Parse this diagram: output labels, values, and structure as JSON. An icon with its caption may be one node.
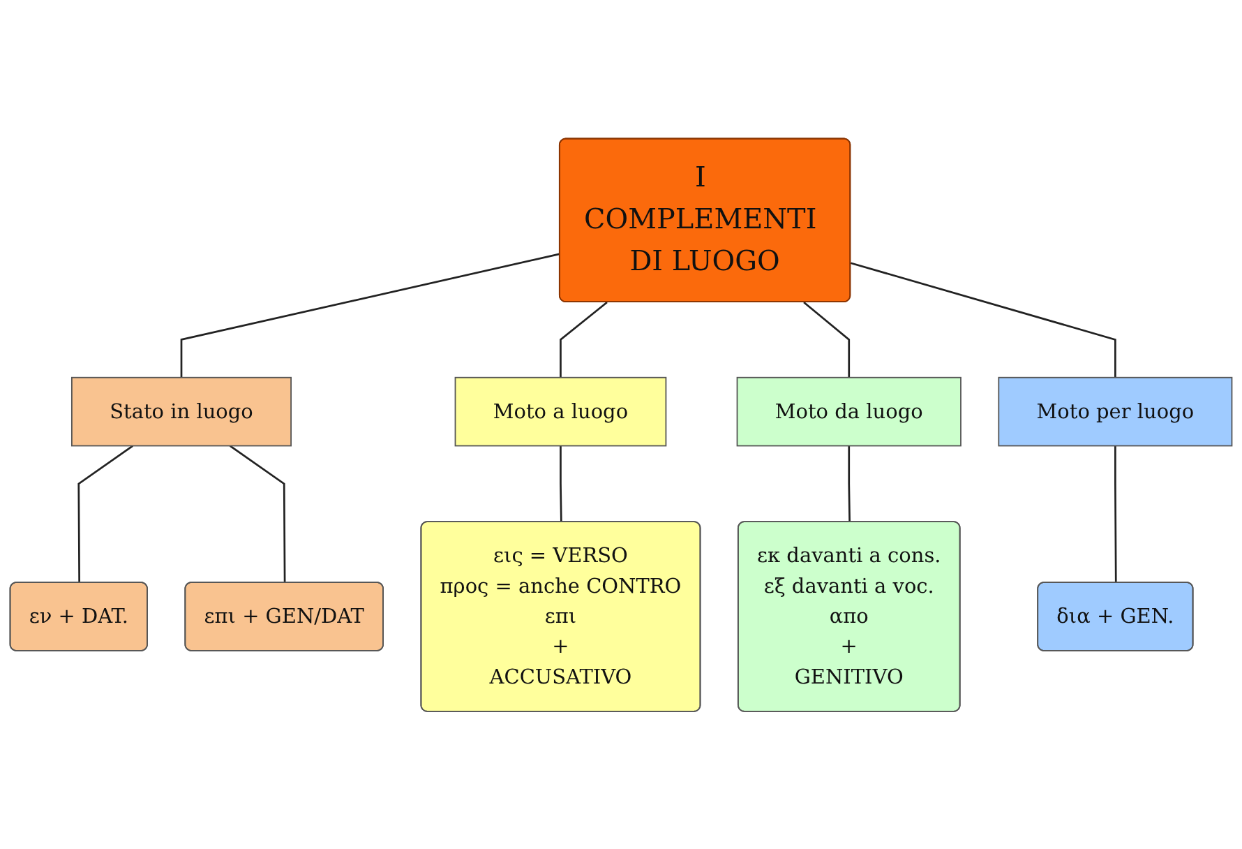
{
  "diagram": {
    "nodes": [
      {
        "text": [
          "I COMPLEMENTI DI LUOGO"
        ]
      },
      {
        "text": [
          "Stato in luogo"
        ]
      },
      {
        "text": [
          "Moto a luogo"
        ]
      },
      {
        "text": [
          "Moto da luogo"
        ]
      },
      {
        "text": [
          "Moto per luogo"
        ]
      },
      {
        "text": [
          "εν + DAT."
        ]
      },
      {
        "text": [
          "επι + GEN/DAT"
        ]
      },
      {
        "text": [
          "εις = VERSO",
          "προς = anche CONTRO",
          "επι",
          "+",
          "ACCUSATIVO"
        ]
      },
      {
        "text": [
          "εκ davanti a cons.",
          "εξ davanti a voc.",
          "απο",
          "+",
          "GENITIVO"
        ]
      },
      {
        "text": [
          "δια + GEN."
        ]
      }
    ],
    "edges": [
      {
        "from": 0,
        "to": 1,
        "arrow": "none"
      },
      {
        "from": 0,
        "to": 2,
        "arrow": "none"
      },
      {
        "from": 0,
        "to": 3,
        "arrow": "none"
      },
      {
        "from": 0,
        "to": 4,
        "arrow": "none"
      },
      {
        "from": 1,
        "to": 5,
        "arrow": "none"
      },
      {
        "from": 1,
        "to": 6,
        "arrow": "none"
      },
      {
        "from": 2,
        "to": 7,
        "arrow": "none"
      },
      {
        "from": 3,
        "to": 8,
        "arrow": "none"
      },
      {
        "from": 4,
        "to": 9,
        "arrow": "none"
      }
    ]
  }
}
